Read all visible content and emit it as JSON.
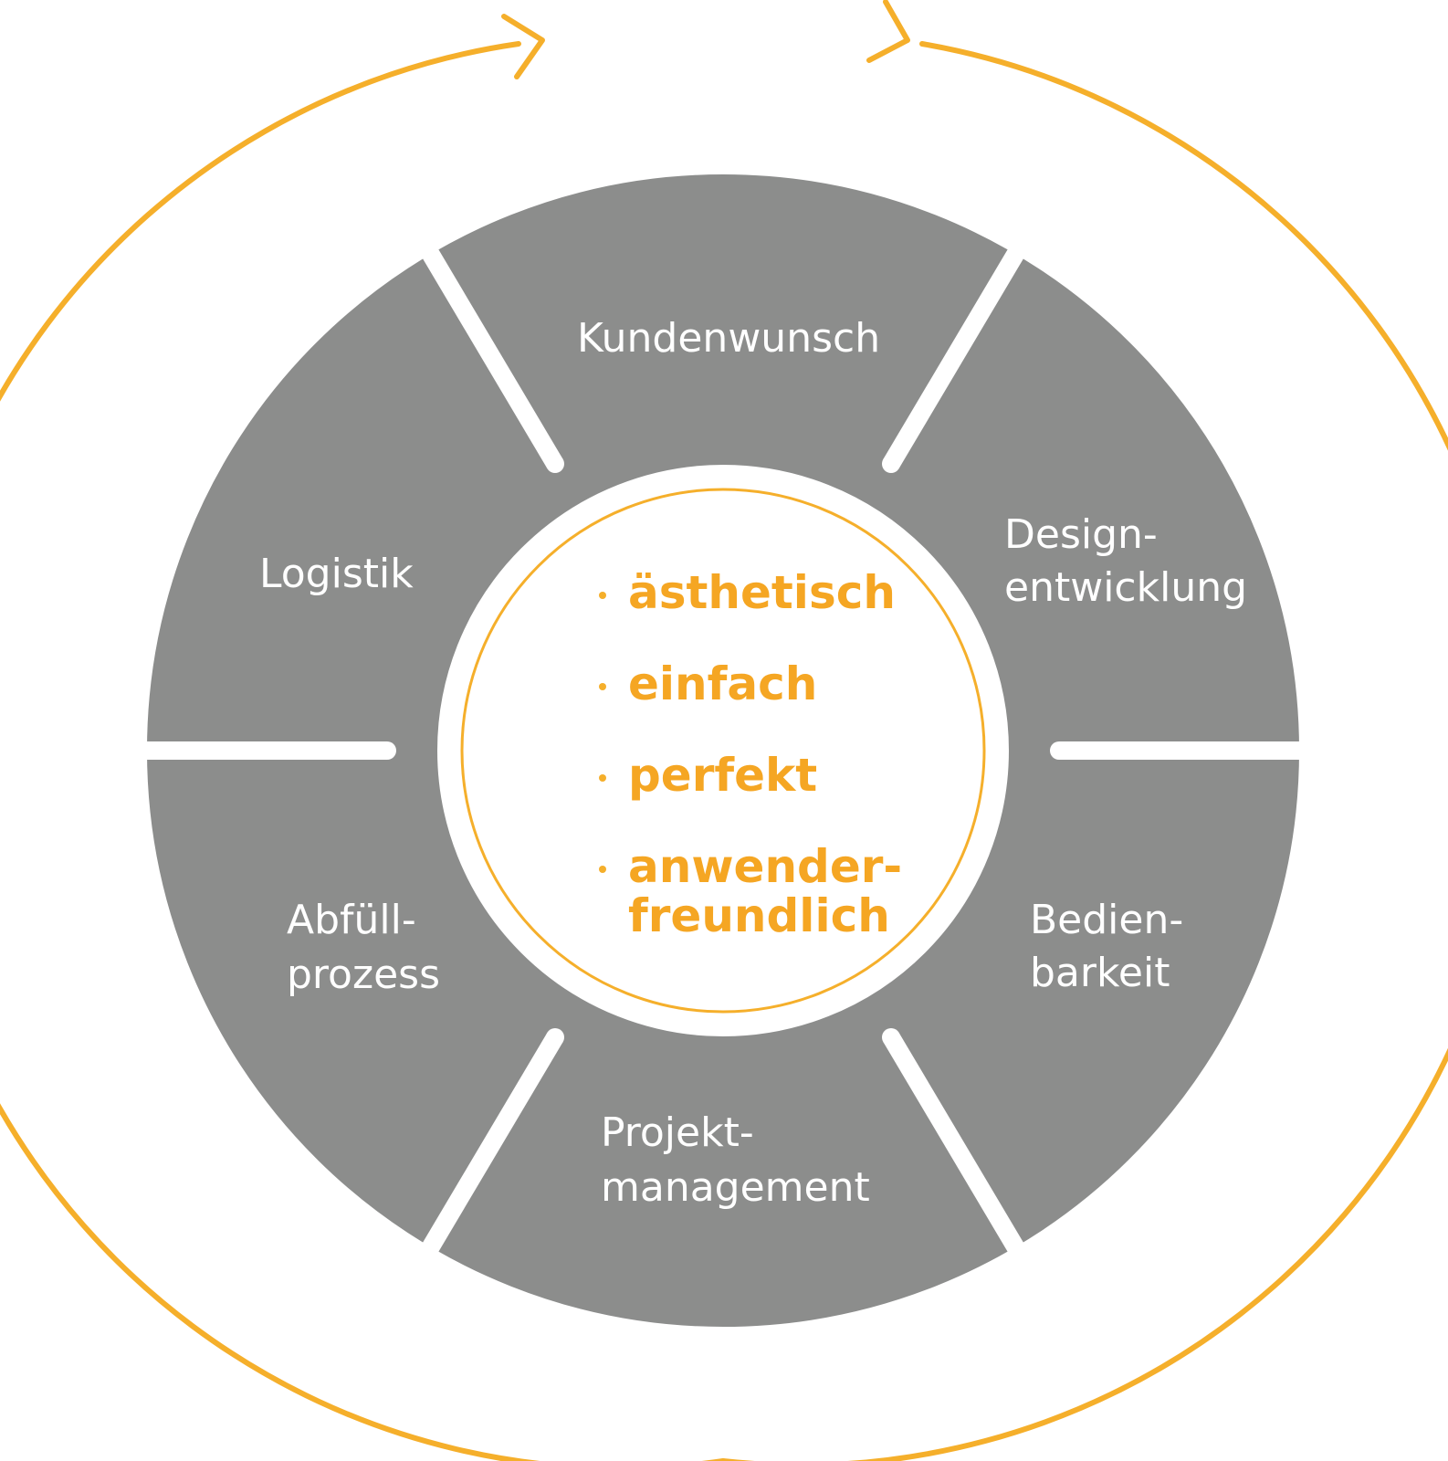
{
  "colors": {
    "accent": "#F5AF2B",
    "ring": "#8C8D8C",
    "label": "#FFFFFF",
    "background": "#FFFFFF"
  },
  "segments": [
    {
      "id": "kundenwunsch",
      "lines": [
        "Kundenwunsch"
      ]
    },
    {
      "id": "designentwicklung",
      "lines": [
        "Design-",
        "entwicklung"
      ]
    },
    {
      "id": "bedienbarkeit",
      "lines": [
        "Bedien-",
        "barkeit"
      ]
    },
    {
      "id": "projektmanagement",
      "lines": [
        "Projekt-",
        "management"
      ]
    },
    {
      "id": "abfuellprozess",
      "lines": [
        "Abfüll-",
        "prozess"
      ]
    },
    {
      "id": "logistik",
      "lines": [
        "Logistik"
      ]
    }
  ],
  "qualities": [
    {
      "lines": [
        "ästhetisch"
      ]
    },
    {
      "lines": [
        "einfach"
      ]
    },
    {
      "lines": [
        "perfekt"
      ]
    },
    {
      "lines": [
        "anwender-",
        "freundlich"
      ]
    }
  ]
}
